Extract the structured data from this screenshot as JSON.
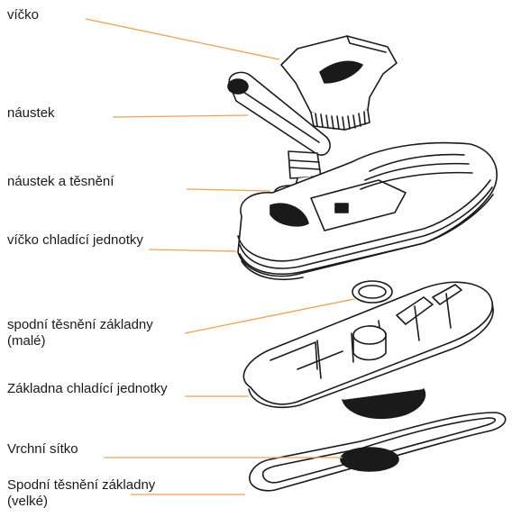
{
  "labels": {
    "vicko": "víčko",
    "naustek": "náustek",
    "naustek_tesneni": "náustek a těsnění",
    "vicko_chladici": "víčko chladící jednotky",
    "spodni_tesneni_male": [
      "spodní těsnění základny",
      "(malé)"
    ],
    "zakladna": "Základna chladící jednotky",
    "vrchni_sitko": "Vrchní sítko",
    "spodni_tesneni_velke": [
      "Spodní těsnění základny",
      "(velké)"
    ]
  },
  "colors": {
    "leader_line": "#f0a050",
    "ink": "#1a1a1a"
  }
}
